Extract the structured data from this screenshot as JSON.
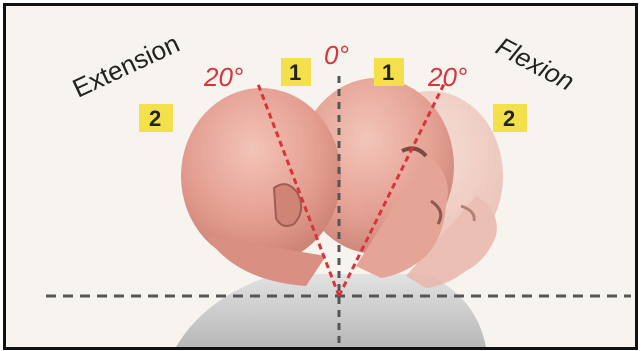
{
  "diagram": {
    "labels": {
      "extension": "Extension",
      "flexion": "Flexion",
      "angle_left": "20°",
      "angle_center": "0°",
      "angle_right": "20°"
    },
    "zones": {
      "box_1_left": "1",
      "box_1_right": "1",
      "box_2_left": "2",
      "box_2_right": "2"
    },
    "colors": {
      "background": "#f7f3ee",
      "border": "#111111",
      "angle_lines": "#d8343a",
      "reference_lines": "#555555",
      "zone_box": "#f4e04a",
      "skin": "#e8a79a",
      "neck": "#c9c9c9"
    }
  }
}
